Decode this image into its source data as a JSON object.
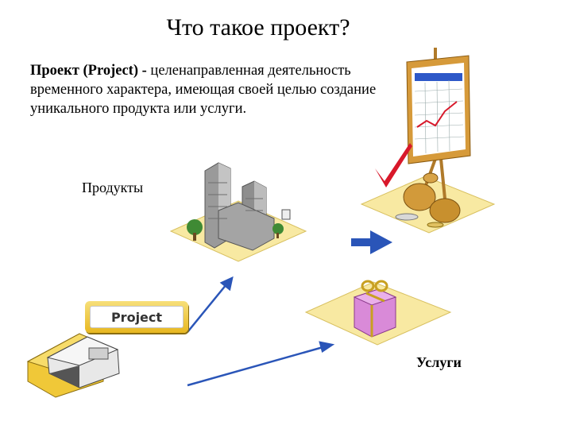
{
  "title": "Что такое проект?",
  "definition": {
    "term": "Проект (Project) -",
    "text": " целенаправленная деятельность временного характера, имеющая своей целью создание уникального продукта или услуги."
  },
  "labels": {
    "products": "Продукты",
    "services": "Услуги",
    "project": "Project"
  },
  "colors": {
    "platform": "#f8e9a2",
    "arrow": "#2a55b8",
    "gift": "#d98ad8",
    "checkmark": "#d8182a"
  },
  "icons": [
    "office-buildings-icon",
    "money-bags-icon",
    "chart-easel-icon",
    "checkmark-icon",
    "gift-box-icon",
    "fax-machine-icon",
    "arrow-right-icon"
  ]
}
